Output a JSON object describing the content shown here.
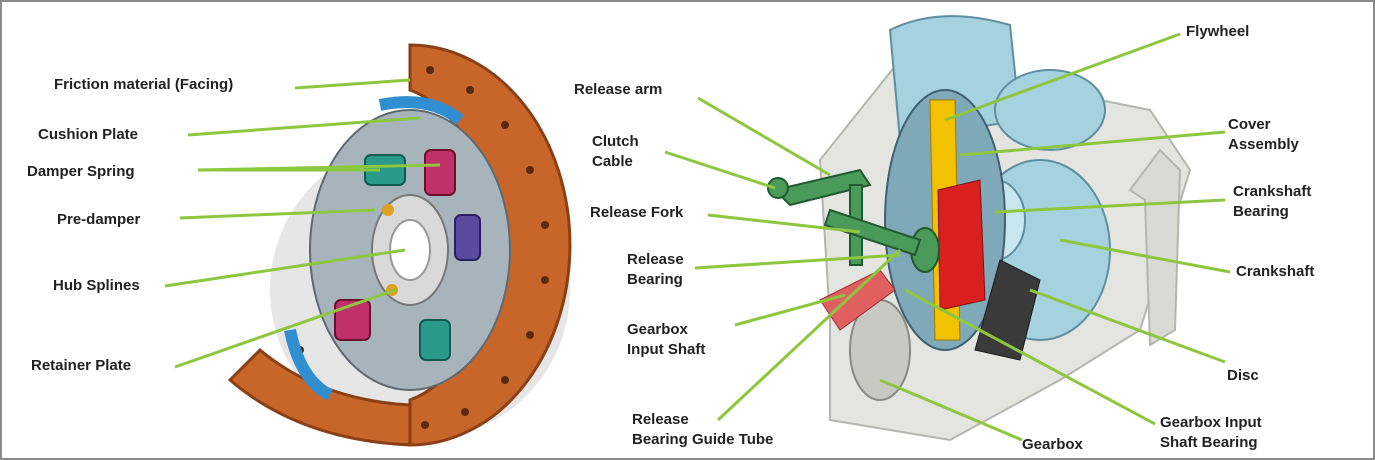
{
  "left_labels": {
    "friction": "Friction material (Facing)",
    "cushion": "Cushion Plate",
    "damper": "Damper Spring",
    "predamper": "Pre-damper",
    "hub": "Hub Splines",
    "retainer": "Retainer Plate"
  },
  "right_labels": {
    "release_arm": "Release arm",
    "clutch_cable": "Clutch\nCable",
    "release_fork": "Release Fork",
    "release_bearing": "Release\nBearing",
    "gearbox_input_shaft": "Gearbox\nInput Shaft",
    "release_bearing_guide": "Release\nBearing Guide Tube",
    "flywheel": "Flywheel",
    "cover_assembly": "Cover\nAssembly",
    "crankshaft_bearing": "Crankshaft\nBearing",
    "crankshaft": "Crankshaft",
    "disc": "Disc",
    "gearbox_input_shaft_bearing": "Gearbox Input\nShaft Bearing",
    "gearbox": "Gearbox"
  },
  "colors": {
    "leader": "#8dc63f",
    "friction": "#c8662a",
    "friction_dark": "#8a3f15",
    "steel": "#a8b4bc",
    "cushion": "#2f8fd0",
    "spring_magenta": "#c0306a",
    "spring_teal": "#2a9a8a",
    "spring_purple": "#5a4aa0",
    "housing": "#e4e4e0",
    "engine_blue": "#a6d2e0",
    "clutch_red": "#d82020",
    "clutch_yellow": "#f2c200",
    "arm_green": "#4a9a5a",
    "frame": "#888888"
  }
}
